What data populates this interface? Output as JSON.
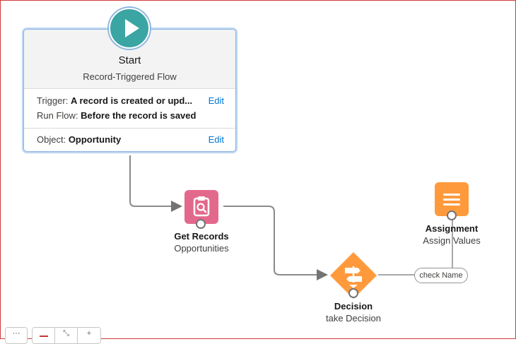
{
  "start": {
    "title": "Start",
    "subtitle": "Record-Triggered Flow",
    "trigger_label": "Trigger:",
    "trigger_value": "A record is created or upd...",
    "run_flow_label": "Run Flow:",
    "run_flow_value": "Before the record is saved",
    "object_label": "Object:",
    "object_value": "Opportunity",
    "edit_label": "Edit",
    "icon": "play-icon"
  },
  "nodes": {
    "get_records": {
      "title": "Get Records",
      "subtitle": "Opportunities",
      "icon": "record-lookup-icon",
      "color": "#e3698c"
    },
    "decision": {
      "title": "Decision",
      "subtitle": "take Decision",
      "icon": "decision-icon",
      "color": "#ff9a3c"
    },
    "assignment": {
      "title": "Assignment",
      "subtitle": "Assign Values",
      "icon": "assignment-icon",
      "color": "#ff9a3c"
    }
  },
  "outcome_label": "check Name",
  "colors": {
    "start_badge": "#3ba5a3",
    "link": "#0176d3",
    "connector": "#747474"
  }
}
